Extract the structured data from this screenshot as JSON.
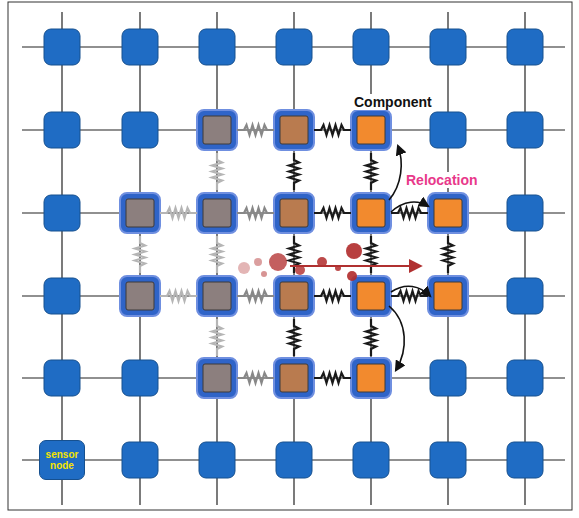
{
  "diagram": {
    "nodes": [
      {
        "text": [
          "sensor node"
        ]
      }
    ],
    "labels": [
      "Component",
      "Relocation"
    ]
  }
}
